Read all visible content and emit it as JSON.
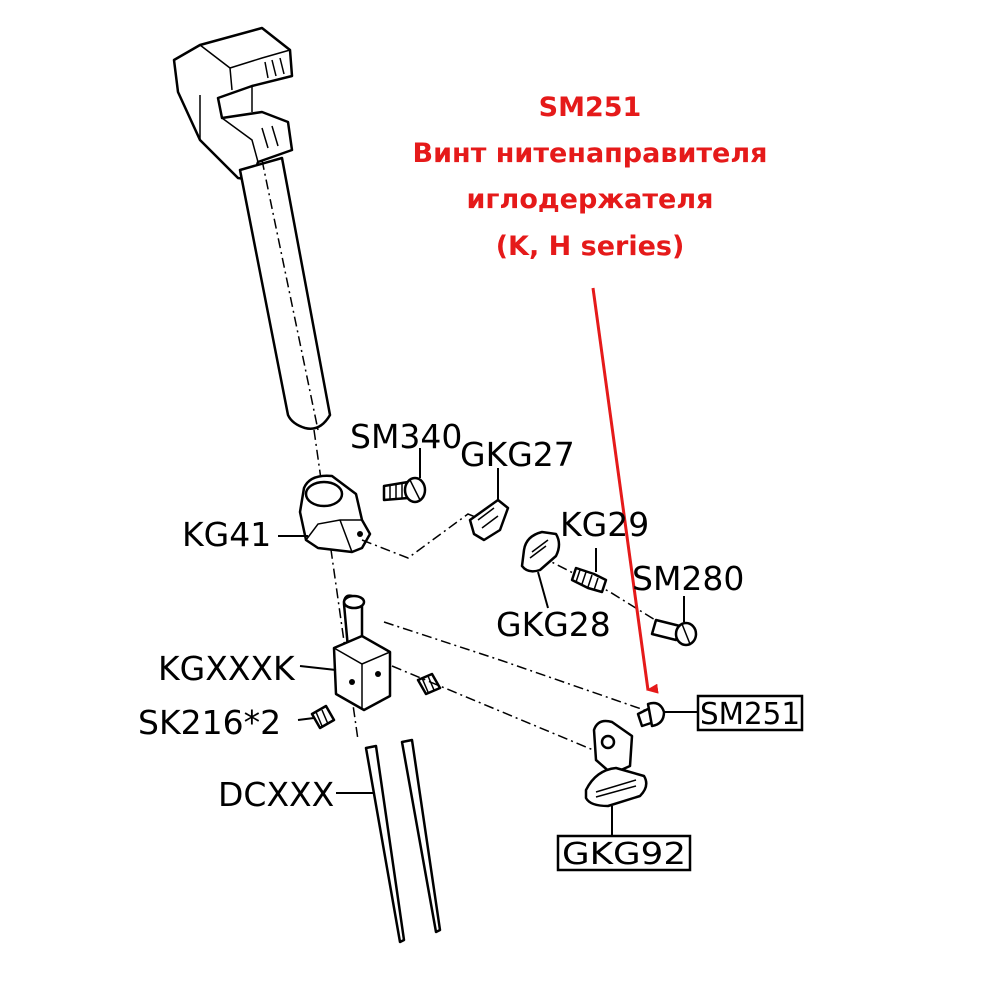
{
  "callout": {
    "code": "SM251",
    "line1": "Винт нитенаправителя",
    "line2": "иглодержателя",
    "line3": "(K, H series)",
    "color": "#e51a1a"
  },
  "labels": {
    "sm340": "SM340",
    "gkg27": "GKG27",
    "kg41": "KG41",
    "kg29": "KG29",
    "sm280": "SM280",
    "gkg28": "GKG28",
    "kgxxxk": "KGXXXK",
    "sk216": "SK216*2",
    "dcxxx": "DCXXX",
    "sm251": "SM251",
    "gkg92": "GKG92"
  }
}
